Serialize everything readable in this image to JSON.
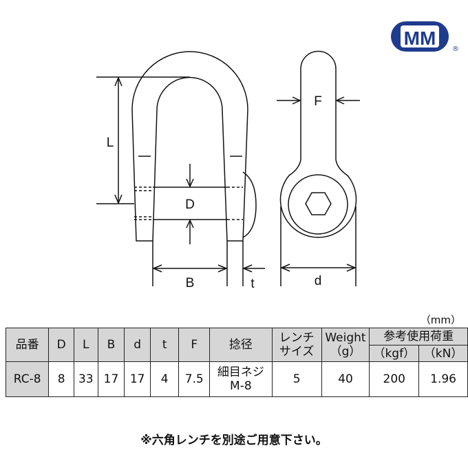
{
  "logo": {
    "text": "MM",
    "registered": "®",
    "color": "#1f3b8f"
  },
  "drawing": {
    "labels": {
      "L": "L",
      "D": "D",
      "B": "B",
      "t": "t",
      "F": "F",
      "d": "d"
    }
  },
  "unit": "（mm）",
  "table": {
    "headers": {
      "model": "品番",
      "D": "D",
      "L": "L",
      "B": "B",
      "d": "d",
      "t": "t",
      "F": "F",
      "thread": "捻径",
      "wrench_1": "レンチ",
      "wrench_2": "サイズ",
      "weight_1": "Weight",
      "weight_2": "（g）",
      "load": "参考使用荷重",
      "kgf": "（kgf）",
      "kN": "（kN）"
    },
    "rows": [
      {
        "model": "RC-8",
        "D": "8",
        "L": "33",
        "B": "17",
        "d": "17",
        "t": "4",
        "F": "7.5",
        "thread_1": "細目ネジ",
        "thread_2": "M-8",
        "wrench": "5",
        "weight": "40",
        "kgf": "200",
        "kN": "1.96"
      }
    ]
  },
  "note": "※六角レンチを別途ご用意下さい。"
}
